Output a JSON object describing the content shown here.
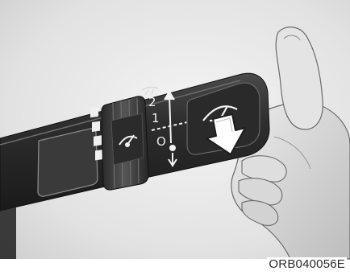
{
  "figure": {
    "reference_code": "ORB040056E",
    "stalk_labels": {
      "position_2": "2",
      "position_1": "1",
      "position_off": "O"
    },
    "icons": {
      "stalk_tip": "wiper-icon",
      "ring": "rear-wiper-icon",
      "action": "push-down-arrow-icon"
    },
    "colors": {
      "background": "#ffffff",
      "frame_gray": "#e3e3e3",
      "stalk_dark": "#232323",
      "stalk_mid": "#3e3e3e",
      "hand_skin": "#d6d6d6",
      "arrow_fill": "#ffffff"
    }
  }
}
